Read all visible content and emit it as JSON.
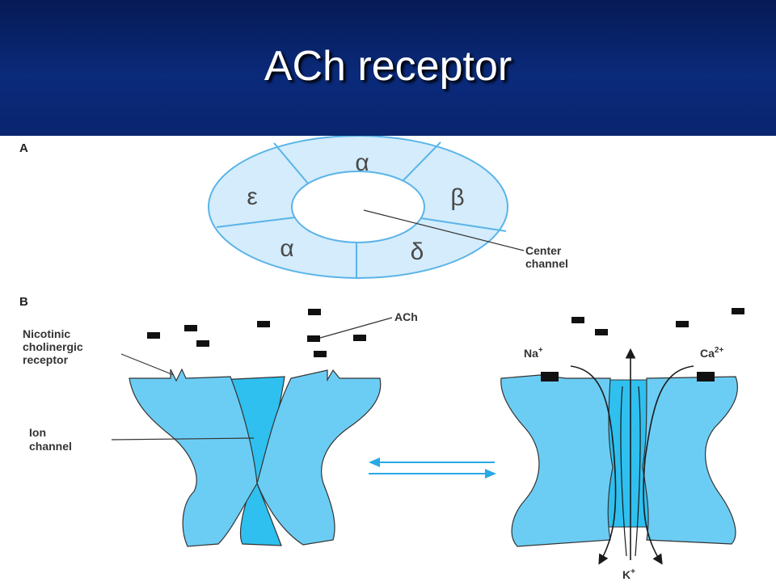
{
  "slide_title": "ACh receptor",
  "panel_a": {
    "label": "A",
    "subunits": [
      "α",
      "β",
      "δ",
      "α",
      "ε"
    ],
    "center_label_line1": "Center",
    "center_label_line2": "channel"
  },
  "panel_b": {
    "label": "B",
    "ach_label": "ACh",
    "receptor_label_line1": "Nicotinic",
    "receptor_label_line2": "cholinergic",
    "receptor_label_line3": "receptor",
    "ion_channel_line1": "Ion",
    "ion_channel_line2": "channel",
    "na_label": "Na",
    "na_charge": "+",
    "ca_label": "Ca",
    "ca_charge": "2+",
    "k_label": "K",
    "k_charge": "+"
  },
  "colors": {
    "header_bg": "#0a2a7a",
    "subunit_fill": "#d4ecfb",
    "protein_fill": "#6ccdf4",
    "channel_fill": "#2fc0ef",
    "arrow": "#29a9e6"
  }
}
